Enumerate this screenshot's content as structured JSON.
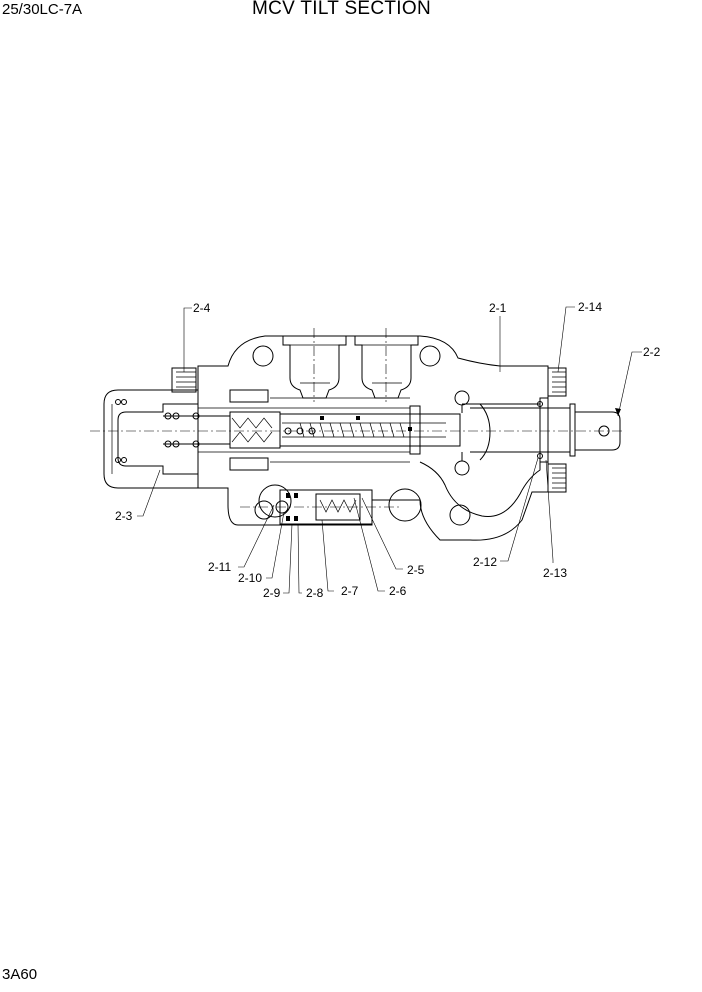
{
  "header": {
    "model": "25/30LC-7A",
    "title": "MCV TILT SECTION"
  },
  "footer": {
    "page_code": "3A60"
  },
  "callouts": [
    {
      "id": "c-2-1",
      "label": "2-1"
    },
    {
      "id": "c-2-2",
      "label": "2-2"
    },
    {
      "id": "c-2-3",
      "label": "2-3"
    },
    {
      "id": "c-2-4",
      "label": "2-4"
    },
    {
      "id": "c-2-5",
      "label": "2-5"
    },
    {
      "id": "c-2-6",
      "label": "2-6"
    },
    {
      "id": "c-2-7",
      "label": "2-7"
    },
    {
      "id": "c-2-8",
      "label": "2-8"
    },
    {
      "id": "c-2-9",
      "label": "2-9"
    },
    {
      "id": "c-2-10",
      "label": "2-10"
    },
    {
      "id": "c-2-11",
      "label": "2-11"
    },
    {
      "id": "c-2-12",
      "label": "2-12"
    },
    {
      "id": "c-2-13",
      "label": "2-13"
    },
    {
      "id": "c-2-14",
      "label": "2-14"
    }
  ]
}
